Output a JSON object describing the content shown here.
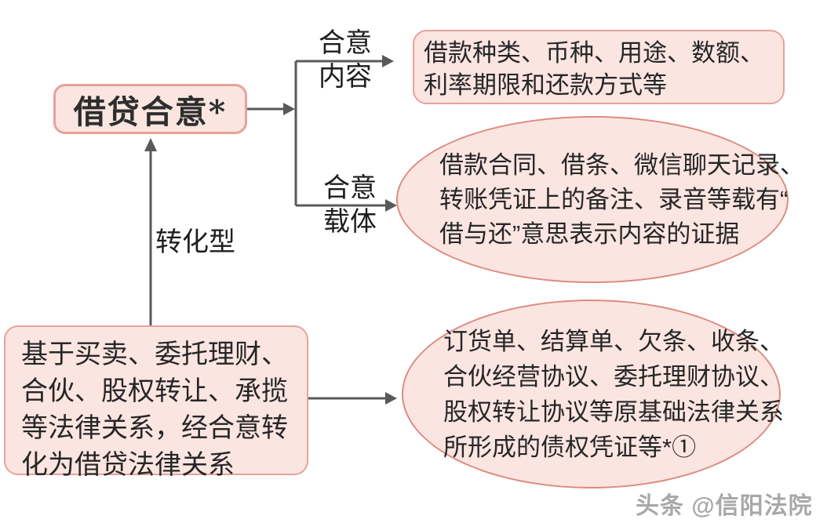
{
  "colors": {
    "node_fill": "#fbe5e1",
    "box_border": "#e7a29a",
    "ellipse_border": "#dd8b80",
    "arrow": "#595959",
    "text": "#262626",
    "title_text": "#2d2d2d",
    "watermark_text": "#a8a8a8"
  },
  "nodes": {
    "lending_consent": {
      "label": "借贷合意*"
    },
    "loan_elements": {
      "lines": [
        "借款种类、币种、用途、数额、",
        "利率期限和还款方式等"
      ]
    },
    "consent_evidence": {
      "lines": [
        "借款合同、借条、微信聊天记录、",
        "转账凭证上的备注、录音等载有“",
        "借与还”意思表示内容的证据"
      ]
    },
    "converted_basis": {
      "lines": [
        "基于买卖、委托理财、",
        "合伙、股权转让、承揽",
        "等法律关系，经合意转",
        "化为借贷法律关系"
      ]
    },
    "debt_vouchers": {
      "lines": [
        "订货单、结算单、欠条、收条、",
        "合伙经营协议、委托理财协议、",
        "股权转让协议等原基础法律关系",
        "所形成的债权凭证等*①"
      ]
    }
  },
  "edge_labels": {
    "consent_content": {
      "lines": [
        "合意",
        "内容"
      ]
    },
    "consent_carrier": {
      "lines": [
        "合意",
        "载体"
      ]
    },
    "transform_type": "转化型"
  },
  "watermark": "头条 @信阳法院"
}
